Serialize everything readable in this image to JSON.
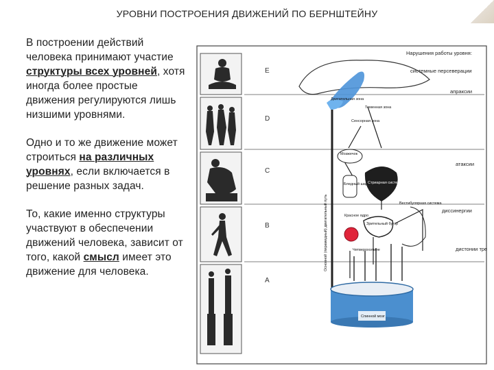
{
  "slide": {
    "title": "УРОВНИ ПОСТРОЕНИЯ ДВИЖЕНИЙ ПО БЕРНШТЕЙНУ",
    "paragraphs": [
      {
        "before": "В построении действий человека принимают участие ",
        "bold": "структуры всех уровней",
        "after": ", хотя иногда более простые движения регулируются лишь низшими уровнями."
      },
      {
        "before": "Одно и то же движение может строиться ",
        "bold": "на различных уровнях",
        "after": ", если включается в решение разных задач."
      },
      {
        "before": "То, какие именно структуры участвуют в обеспечении движений человека, зависит от того, какой ",
        "bold": "смысл",
        "after": " имеет это движение для человека."
      }
    ]
  },
  "figure": {
    "levels": [
      "E",
      "D",
      "C",
      "B",
      "A"
    ],
    "disorders_header": "Нарушения работы уровня:",
    "disorders": [
      "системные персеверации",
      "апраксии",
      "атаксии",
      "дисcинергии",
      "дистонии тремоны"
    ],
    "structures": {
      "premotor": "Двигательная зона",
      "parietal": "Теменная зона",
      "sensory": "Сенсорная зона",
      "cerebellum": "Мозжечок",
      "striate": "Стриарная систeма",
      "pallidum": "Бледный шар",
      "red_nucleus": "Красное ядро",
      "thalamus": "Зрительный бугор",
      "quadrigemina": "Четверохолмие",
      "vestibular": "Вестибулярная система",
      "pyramidal": "Основной (пирамидный) двигательный путь",
      "spinal": "Спинной мозг"
    },
    "colors": {
      "cortex": "#4d94d9",
      "spinal": "#4b8fcf",
      "red": "#e0243a",
      "dark": "#222222"
    }
  }
}
